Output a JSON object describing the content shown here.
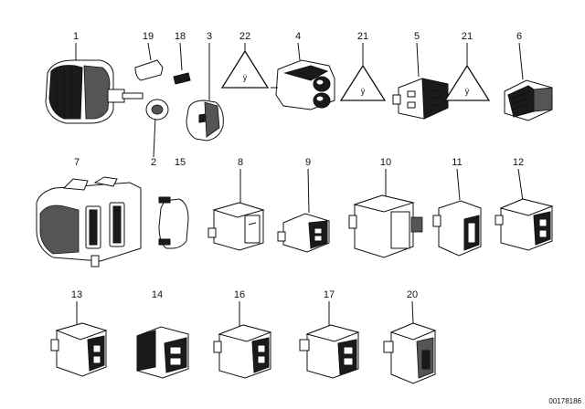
{
  "callouts": [
    {
      "id": "1",
      "label": "1"
    },
    {
      "id": "19",
      "label": "19"
    },
    {
      "id": "18",
      "label": "18"
    },
    {
      "id": "3",
      "label": "3"
    },
    {
      "id": "22",
      "label": "22"
    },
    {
      "id": "4",
      "label": "4"
    },
    {
      "id": "21a",
      "label": "21"
    },
    {
      "id": "5",
      "label": "5"
    },
    {
      "id": "21b",
      "label": "21"
    },
    {
      "id": "6",
      "label": "6"
    },
    {
      "id": "7",
      "label": "7"
    },
    {
      "id": "2",
      "label": "2"
    },
    {
      "id": "15",
      "label": "15"
    },
    {
      "id": "8",
      "label": "8"
    },
    {
      "id": "9",
      "label": "9"
    },
    {
      "id": "10",
      "label": "10"
    },
    {
      "id": "11",
      "label": "11"
    },
    {
      "id": "12",
      "label": "12"
    },
    {
      "id": "13",
      "label": "13"
    },
    {
      "id": "14",
      "label": "14"
    },
    {
      "id": "16",
      "label": "16"
    },
    {
      "id": "17",
      "label": "17"
    },
    {
      "id": "20",
      "label": "20"
    }
  ],
  "doc_number": "00178186"
}
